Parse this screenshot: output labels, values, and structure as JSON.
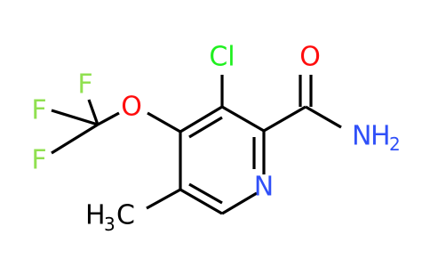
{
  "colors": {
    "bond": "#000000",
    "carbon": "#000000",
    "nitrogen": "#3050F8",
    "oxygen": "#FF0D0D",
    "chlorine": "#1FF01F",
    "fluorine": "#90E050"
  },
  "atoms": {
    "cl": "Cl",
    "o_carbonyl": "O",
    "n_amide": "N",
    "h_amide": "H",
    "h_amide_count": "2",
    "n_ring": "N",
    "o_ether": "O",
    "f_top": "F",
    "f_left": "F",
    "f_bottom": "F",
    "h_methyl": "H",
    "h_methyl_count": "3",
    "c_methyl": "C"
  }
}
